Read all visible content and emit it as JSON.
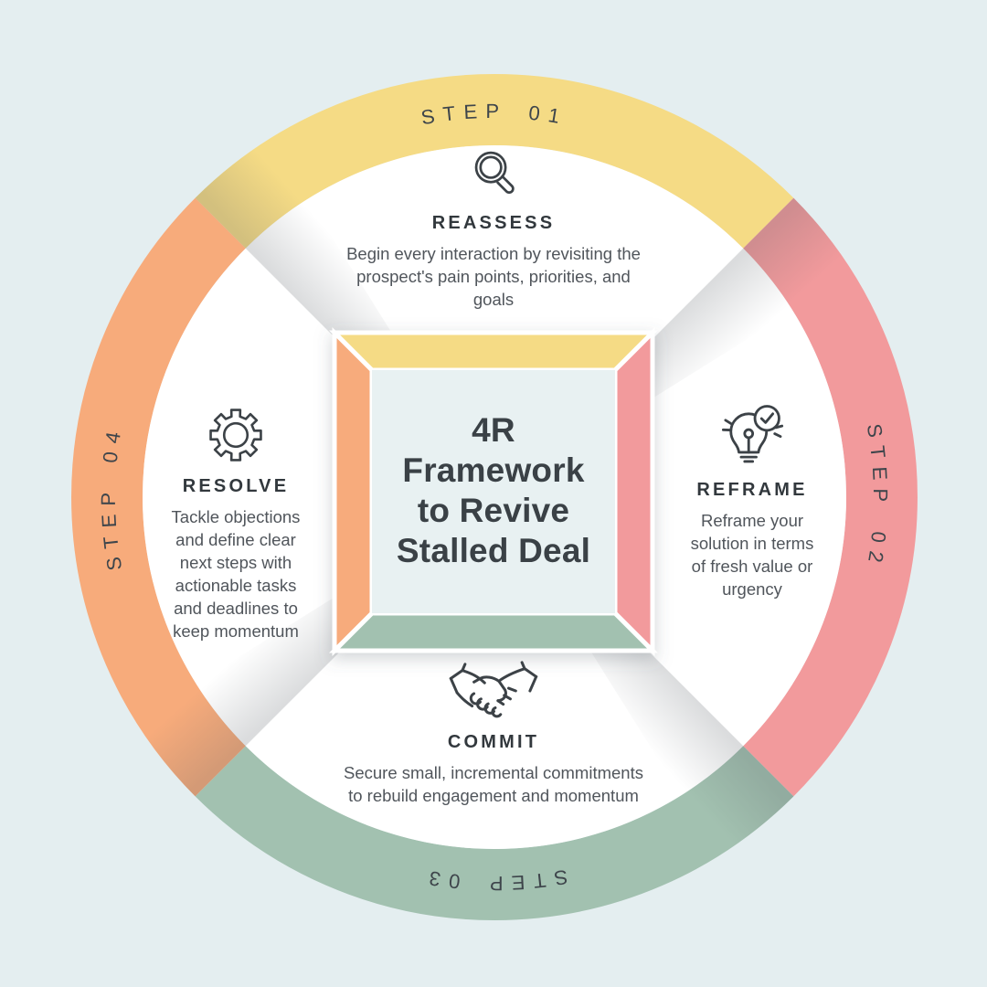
{
  "center": {
    "title": "4R\nFramework\nto Revive\nStalled Deal"
  },
  "steps": [
    {
      "label": "STEP 01",
      "name": "REASSESS",
      "description": "Begin every interaction by revisiting the\nprospect's pain points, priorities, and\ngoals",
      "color": "#f5db85",
      "icon": "magnifier-icon",
      "position": "top"
    },
    {
      "label": "STEP 02",
      "name": "REFRAME",
      "description": "Reframe your\nsolution in terms\nof fresh value or\nurgency",
      "color": "#f29a9c",
      "icon": "lightbulb-check-icon",
      "position": "right"
    },
    {
      "label": "STEP 03",
      "name": "COMMIT",
      "description": "Secure small, incremental commitments\nto rebuild engagement and momentum",
      "color": "#a2c1b0",
      "icon": "handshake-icon",
      "position": "bottom"
    },
    {
      "label": "STEP 04",
      "name": "RESOLVE",
      "description": "Tackle objections\nand define clear\nnext steps with\nactionable tasks\nand deadlines to\nkeep momentum",
      "color": "#f7ab7b",
      "icon": "gear-icon",
      "position": "left"
    }
  ],
  "colors": {
    "background": "#e4eef0",
    "quadrant_white": "#ffffff",
    "inner_square": "#e8f1f2",
    "heading_text": "#32383d",
    "body_text": "#50555b",
    "step_label_text": "#3e454b",
    "icon_stroke": "#3c4247"
  }
}
